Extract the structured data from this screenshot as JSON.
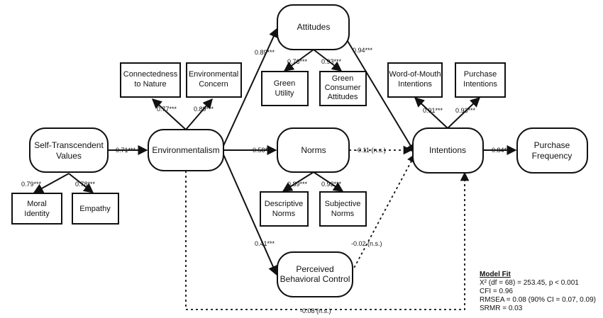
{
  "diagram": {
    "nodes": {
      "self_transcendent": [
        "Self-Transcendent",
        "Values"
      ],
      "environmentalism": [
        "Environmentalism"
      ],
      "attitudes": [
        "Attitudes"
      ],
      "norms": [
        "Norms"
      ],
      "pbc": [
        "Perceived",
        "Behavioral Control"
      ],
      "intentions": [
        "Intentions"
      ],
      "purchase_frequency": [
        "Purchase",
        "Frequency"
      ],
      "moral_identity": [
        "Moral",
        "Identity"
      ],
      "empathy": [
        "Empathy"
      ],
      "connectedness": [
        "Connectedness",
        "to Nature"
      ],
      "env_concern": [
        "Environmental",
        "Concern"
      ],
      "green_utility": [
        "Green",
        "Utility"
      ],
      "green_consumer": [
        "Green",
        "Consumer",
        "Attitudes"
      ],
      "descriptive_norms": [
        "Descriptive",
        "Norms"
      ],
      "subjective_norms": [
        "Subjective",
        "Norms"
      ],
      "wom_intentions": [
        "Word-of-Mouth",
        "Intentions"
      ],
      "purchase_intentions": [
        "Purchase",
        "Intentions"
      ]
    },
    "coefficients": {
      "stv_env": "0.71***",
      "env_att": "0.89***",
      "env_norms": "0.58***",
      "env_pbc": "0.41***",
      "att_int": "0.94***",
      "norms_int": "-0.11 (n.s.)",
      "pbc_int": "-0.02 (n.s.)",
      "env_int": "-0.08 (n.s.)",
      "int_pf": "0.84***",
      "stv_moral": "0.79***",
      "stv_empathy": "0.78***",
      "env_connect": "0.77***",
      "env_concern": "0.89***",
      "att_utility": "0.76***",
      "att_consumer": "0.93***",
      "norms_descr": "0.89***",
      "norms_subj": "0.93***",
      "int_wom": "0.91***",
      "int_purchase": "0.93***"
    },
    "model_fit": {
      "title": "Model Fit",
      "lines": [
        "X² (df = 68) = 253.45, p < 0.001",
        "CFI = 0.96",
        "RMSEA = 0.08 (90% CI = 0.07, 0.09)",
        "SRMR = 0.03"
      ]
    }
  }
}
